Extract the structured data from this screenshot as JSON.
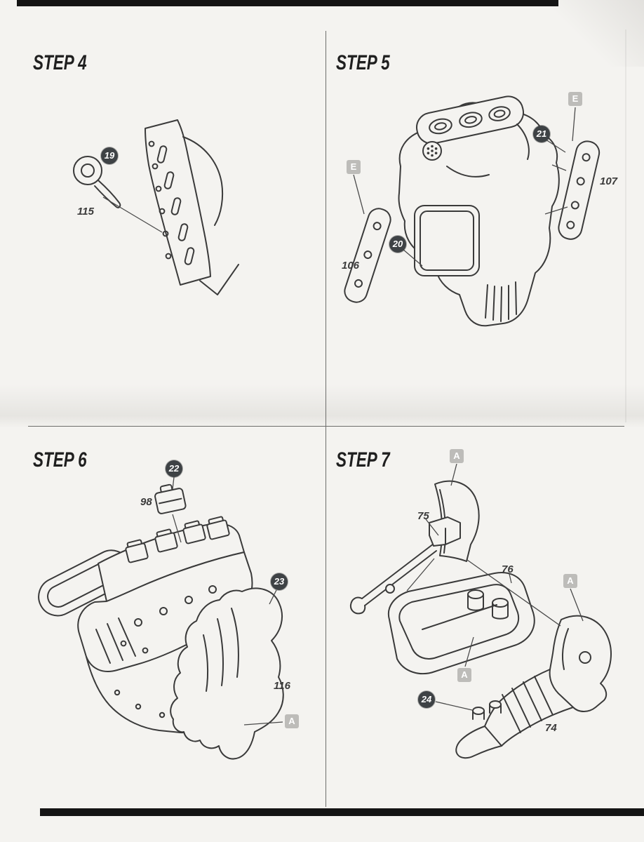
{
  "colors": {
    "paper": "#f4f3f0",
    "line_ink": "#3a3a3a",
    "edge_bar": "#141414",
    "callout_circle_bg": "#3e4245",
    "callout_circle_text": "#ffffff",
    "letter_tag_bg": "#bdbcb9",
    "letter_tag_text": "#ffffff"
  },
  "steps": [
    {
      "title": "STEP 4",
      "callouts": [
        {
          "label": "19"
        }
      ],
      "letter_tags": [],
      "part_numbers": [
        {
          "label": "115"
        }
      ]
    },
    {
      "title": "STEP 5",
      "callouts": [
        {
          "label": "21"
        },
        {
          "label": "20"
        }
      ],
      "letter_tags": [
        {
          "label": "E",
          "position": "upper-right"
        },
        {
          "label": "E",
          "position": "left"
        }
      ],
      "part_numbers": [
        {
          "label": "107"
        },
        {
          "label": "106"
        }
      ]
    },
    {
      "title": "STEP 6",
      "callouts": [
        {
          "label": "22"
        },
        {
          "label": "23"
        }
      ],
      "letter_tags": [
        {
          "label": "A",
          "position": "lower-right"
        }
      ],
      "part_numbers": [
        {
          "label": "98"
        },
        {
          "label": "116"
        }
      ]
    },
    {
      "title": "STEP 7",
      "callouts": [
        {
          "label": "24"
        }
      ],
      "letter_tags": [
        {
          "label": "A",
          "position": "top"
        },
        {
          "label": "A",
          "position": "right"
        },
        {
          "label": "A",
          "position": "center"
        }
      ],
      "part_numbers": [
        {
          "label": "75"
        },
        {
          "label": "76"
        },
        {
          "label": "74"
        }
      ]
    }
  ]
}
